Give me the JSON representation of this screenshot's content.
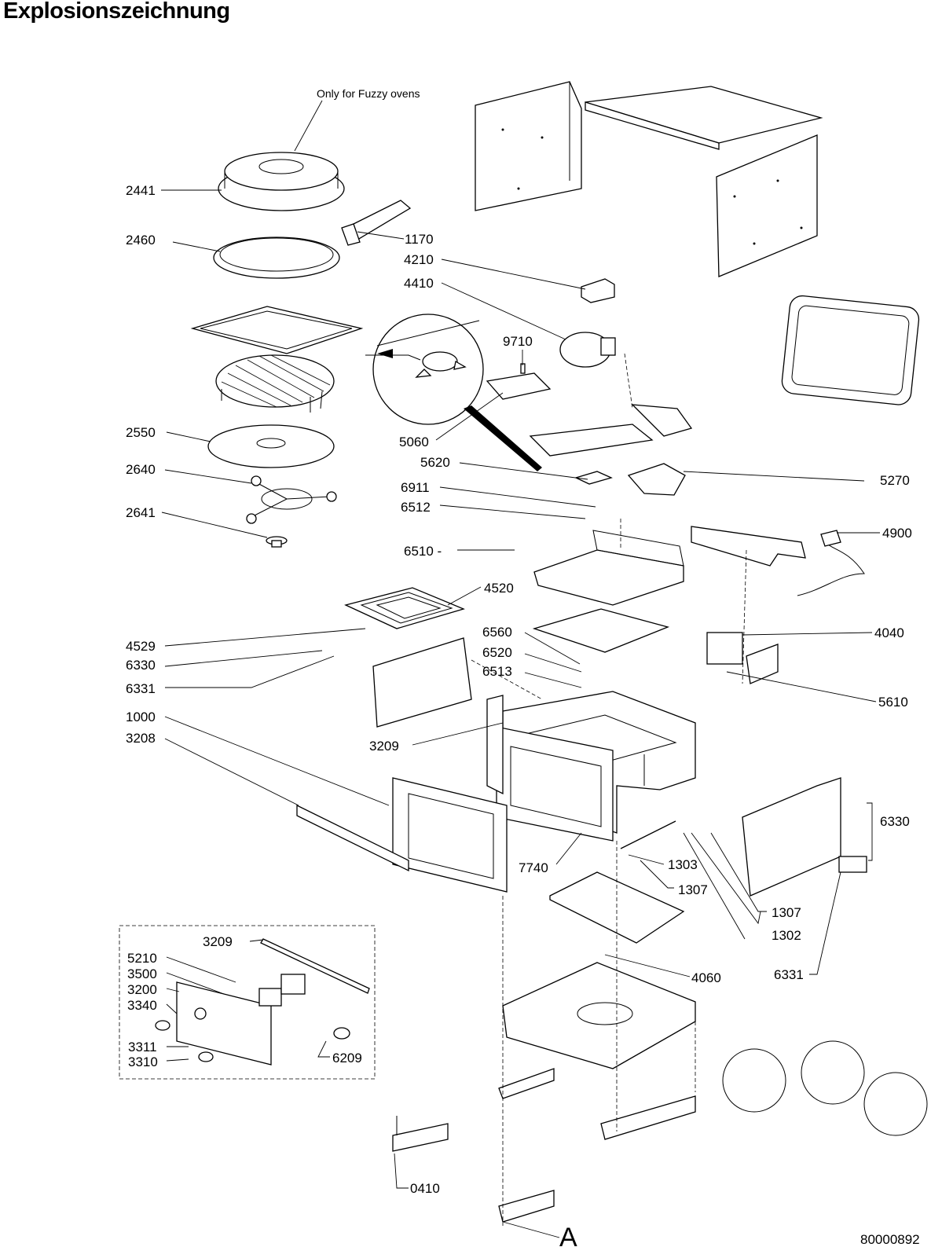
{
  "title": "Explosionszeichnung",
  "note": "Only for Fuzzy ovens",
  "drawing_number": "80000892",
  "view_marker": "A",
  "labels": {
    "p2441": "2441",
    "p2460": "2460",
    "p1170": "1170",
    "p4210": "4210",
    "p4410": "4410",
    "p9710": "9710",
    "p5060": "5060",
    "p5620": "5620",
    "p6911": "6911",
    "p6512": "6512",
    "p5270": "5270",
    "p2550": "2550",
    "p2640": "2640",
    "p2641": "2641",
    "p6510": "6510 -",
    "p4900": "4900",
    "p4520": "4520",
    "p4529": "4529",
    "p6330a": "6330",
    "p6331a": "6331",
    "p6560": "6560",
    "p6520": "6520",
    "p6513": "6513",
    "p4040": "4040",
    "p5610": "5610",
    "p1000": "1000",
    "p3208": "3208",
    "p3209a": "3209",
    "p6330b": "6330",
    "p7740": "7740",
    "p1303": "1303",
    "p1307a": "1307",
    "p1307b": "1307",
    "p1302": "1302",
    "p3209b": "3209",
    "p5210": "5210",
    "p3500": "3500",
    "p3200": "3200",
    "p3340": "3340",
    "p3311": "3311",
    "p3310": "3310",
    "p6209": "6209",
    "p4060": "4060",
    "p6331b": "6331",
    "p0410": "0410"
  }
}
